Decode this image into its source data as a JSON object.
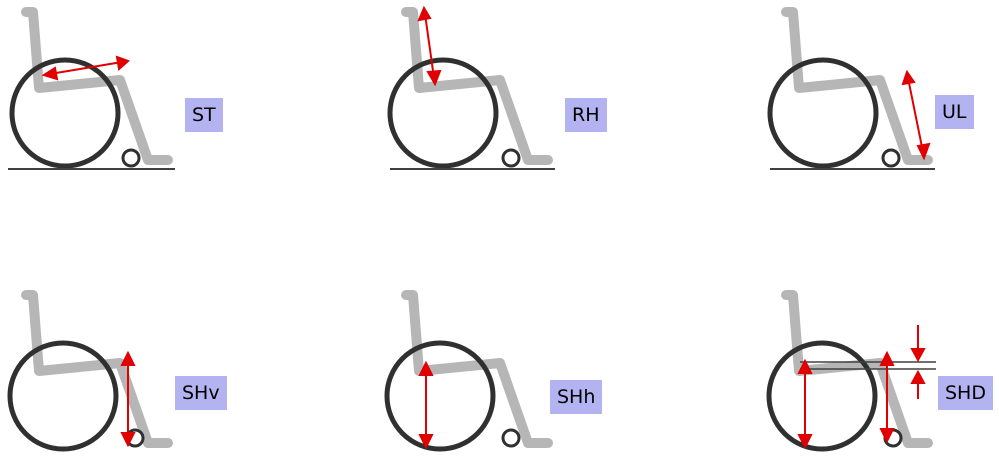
{
  "colors": {
    "frame": "#b6b6b6",
    "wheel": "#303030",
    "arrow": "#e00000",
    "label_bg": "#b3b3f2",
    "ground": "#404040"
  },
  "panels": [
    {
      "label": "ST"
    },
    {
      "label": "RH"
    },
    {
      "label": "UL"
    },
    {
      "label": "SHv"
    },
    {
      "label": "SHh"
    },
    {
      "label": "SHD"
    }
  ]
}
